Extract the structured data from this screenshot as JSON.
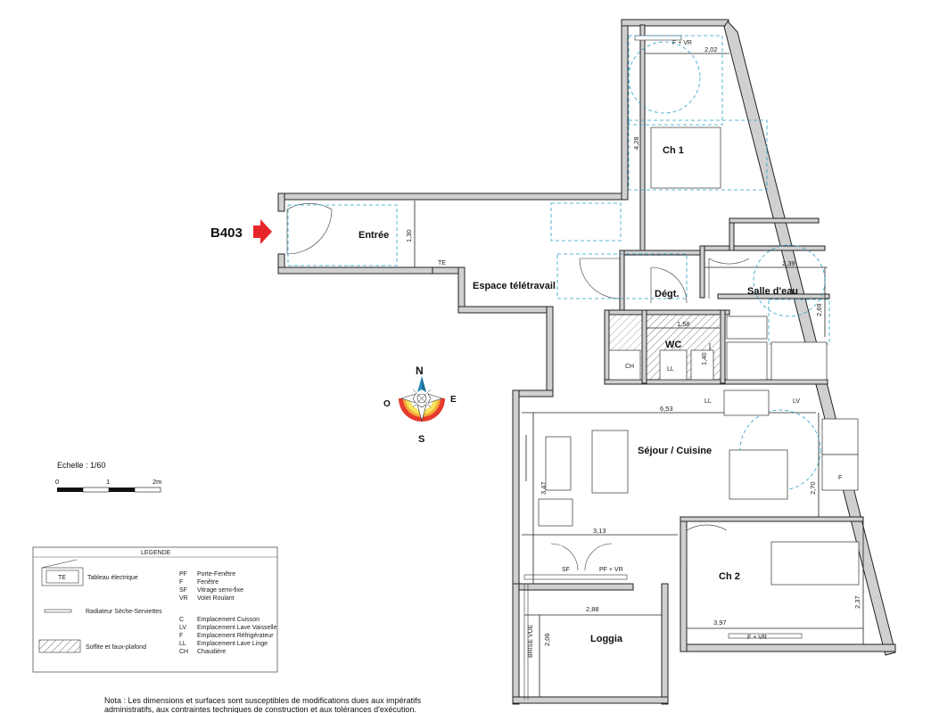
{
  "unit_id": "B403",
  "rooms": {
    "entree": "Entrée",
    "espace_teletravail": "Espace télétravail",
    "ch1": "Ch 1",
    "degt": "Dégt.",
    "salle_deau": "Salle d'eau",
    "wc": "WC",
    "sejour_cuisine": "Séjour / Cuisine",
    "ch2": "Ch 2",
    "loggia": "Loggia"
  },
  "dimensions": {
    "d_2_02": "2,02",
    "d_4_28": "4,28",
    "d_1_30": "1,30",
    "d_2_39": "2,39",
    "d_2_69": "2,69",
    "d_1_58": "1,58",
    "d_1_40": "1,40",
    "d_6_53": "6,53",
    "d_3_47": "3,47",
    "d_2_70": "2,70",
    "d_3_13": "3,13",
    "d_2_88": "2,88",
    "d_2_06": "2,06",
    "d_3_97": "3,97",
    "d_2_37": "2,37"
  },
  "fixture_labels": {
    "te": "TE",
    "ch": "CH",
    "ll": "LL",
    "lv": "LV",
    "f": "F",
    "f_vr_top": "F + VR",
    "f_vr_bottom": "F + VR",
    "sf": "SF",
    "pf_vr": "PF + VR",
    "brise_vue": "BRISE VUE"
  },
  "compass": {
    "n": "N",
    "s": "S",
    "e": "E",
    "o": "O"
  },
  "scale": {
    "title": "Echelle : 1/60",
    "tick0": "0",
    "tick1": "1",
    "tick2": "2m"
  },
  "legend": {
    "title": "LEGENDE",
    "te_symbol": "TE",
    "tableau": "Tableau électrique",
    "radiateur": "Radiateur Sèche-Serviettes",
    "soffite": "Soffite et faux-plafond",
    "abbr": [
      {
        "code": "PF",
        "label": "Porte-Fenêtre"
      },
      {
        "code": "F",
        "label": "Fenêtre"
      },
      {
        "code": "SF",
        "label": "Vitrage semi-fixe"
      },
      {
        "code": "VR",
        "label": "Volet Roulant"
      }
    ],
    "abbr2": [
      {
        "code": "C",
        "label": "Emplacement Cuisson"
      },
      {
        "code": "LV",
        "label": "Emplacement  Lave Vaisselle"
      },
      {
        "code": "F",
        "label": "Emplacement  Réfrigérateur"
      },
      {
        "code": "LL",
        "label": "Emplacement Lave Linge"
      },
      {
        "code": "CH",
        "label": "Chaudière"
      }
    ]
  },
  "note": {
    "line1": "Nota : Les dimensions et surfaces sont susceptibles de modifications dues aux impératifs",
    "line2": "administratifs, aux contraintes techniques de construction et aux tolérances d'exécution."
  },
  "colors": {
    "unit_arrow": "#e8262a",
    "furniture": "#29a3c9",
    "wall": "#d0d0d0"
  }
}
